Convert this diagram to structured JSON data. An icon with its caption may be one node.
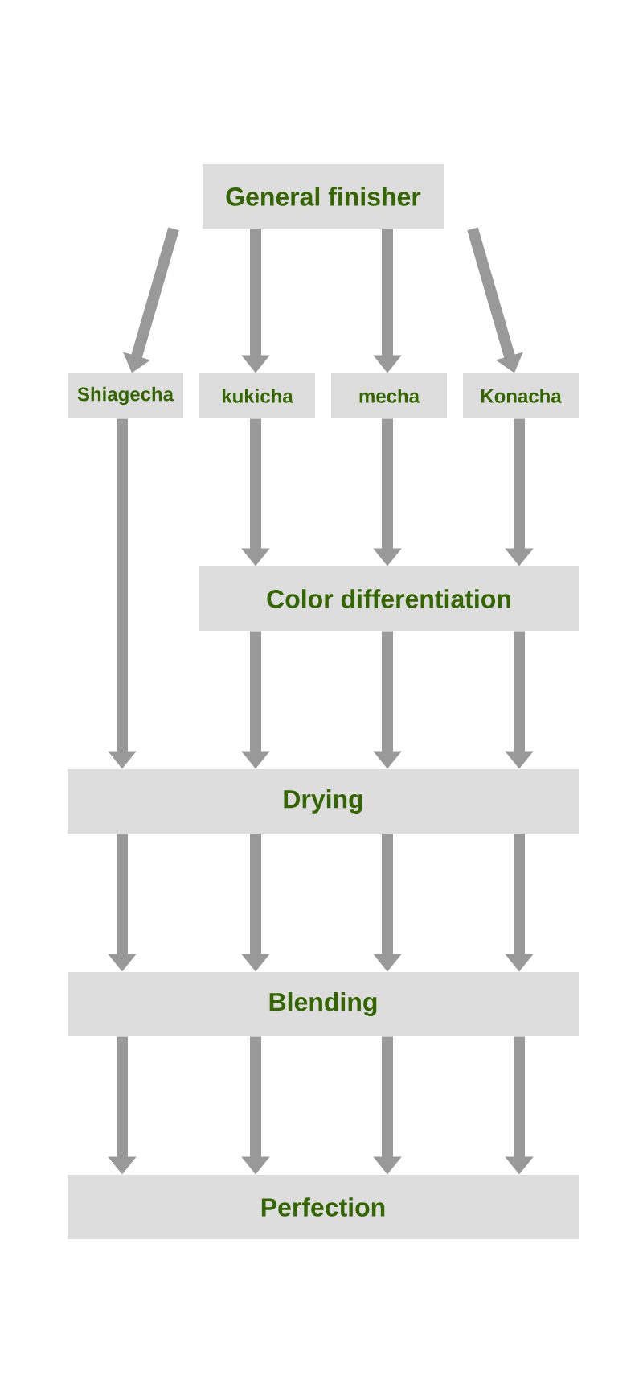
{
  "diagram": {
    "nodes": [
      {
        "text": [
          "General finisher"
        ]
      },
      {
        "text": [
          "Shiagecha"
        ]
      },
      {
        "text": [
          "kukicha"
        ]
      },
      {
        "text": [
          "mecha"
        ]
      },
      {
        "text": [
          "Konacha"
        ]
      },
      {
        "text": [
          "Color differentiation"
        ]
      },
      {
        "text": [
          "Drying"
        ]
      },
      {
        "text": [
          "Blending"
        ]
      },
      {
        "text": [
          "Perfection"
        ]
      }
    ],
    "edges": [
      {
        "from": 0,
        "to": 1,
        "arrow": "to"
      },
      {
        "from": 0,
        "to": 2,
        "arrow": "to"
      },
      {
        "from": 0,
        "to": 3,
        "arrow": "to"
      },
      {
        "from": 0,
        "to": 4,
        "arrow": "to"
      },
      {
        "from": 1,
        "to": 6,
        "arrow": "to"
      },
      {
        "from": 2,
        "to": 5,
        "arrow": "to"
      },
      {
        "from": 3,
        "to": 5,
        "arrow": "to"
      },
      {
        "from": 4,
        "to": 5,
        "arrow": "to"
      },
      {
        "from": 5,
        "to": 6,
        "arrow": "to"
      },
      {
        "from": 5,
        "to": 6,
        "arrow": "to"
      },
      {
        "from": 5,
        "to": 6,
        "arrow": "to"
      },
      {
        "from": 6,
        "to": 7,
        "arrow": "to"
      },
      {
        "from": 6,
        "to": 7,
        "arrow": "to"
      },
      {
        "from": 6,
        "to": 7,
        "arrow": "to"
      },
      {
        "from": 6,
        "to": 7,
        "arrow": "to"
      },
      {
        "from": 7,
        "to": 8,
        "arrow": "to"
      },
      {
        "from": 7,
        "to": 8,
        "arrow": "to"
      },
      {
        "from": 7,
        "to": 8,
        "arrow": "to"
      },
      {
        "from": 7,
        "to": 8,
        "arrow": "to"
      }
    ]
  }
}
